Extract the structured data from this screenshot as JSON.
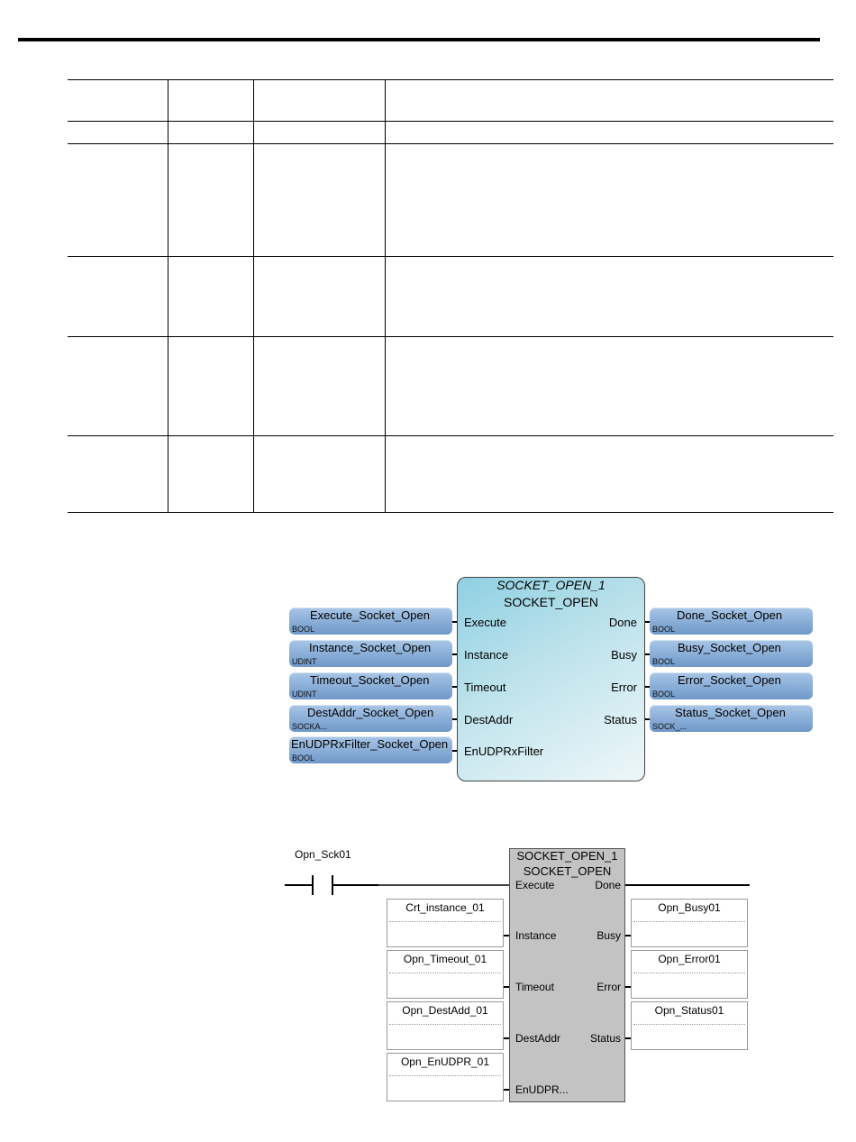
{
  "fbd": {
    "instance_name": "SOCKET_OPEN_1",
    "block_type": "SOCKET_OPEN",
    "inputs": [
      {
        "var": "Execute_Socket_Open",
        "type": "BOOL",
        "pin": "Execute"
      },
      {
        "var": "Instance_Socket_Open",
        "type": "UDINT",
        "pin": "Instance"
      },
      {
        "var": "Timeout_Socket_Open",
        "type": "UDINT",
        "pin": "Timeout"
      },
      {
        "var": "DestAddr_Socket_Open",
        "type": "SOCKA...",
        "pin": "DestAddr"
      },
      {
        "var": "EnUDPRxFilter_Socket_Open",
        "type": "BOOL",
        "pin": "EnUDPRxFilter"
      }
    ],
    "outputs": [
      {
        "pin": "Done",
        "var": "Done_Socket_Open",
        "type": "BOOL"
      },
      {
        "pin": "Busy",
        "var": "Busy_Socket_Open",
        "type": "BOOL"
      },
      {
        "pin": "Error",
        "var": "Error_Socket_Open",
        "type": "BOOL"
      },
      {
        "pin": "Status",
        "var": "Status_Socket_Open",
        "type": "SOCK_..."
      }
    ]
  },
  "ladder": {
    "contact_name": "Opn_Sck01",
    "instance_name": "SOCKET_OPEN_1",
    "block_type": "SOCKET_OPEN",
    "inputs": [
      {
        "pin": "Execute",
        "var": ""
      },
      {
        "pin": "Instance",
        "var": "Crt_instance_01"
      },
      {
        "pin": "Timeout",
        "var": "Opn_Timeout_01"
      },
      {
        "pin": "DestAddr",
        "var": "Opn_DestAdd_01"
      },
      {
        "pin": "EnUDPR...",
        "var": "Opn_EnUDPR_01"
      }
    ],
    "outputs": [
      {
        "pin": "Done",
        "var": ""
      },
      {
        "pin": "Busy",
        "var": "Opn_Busy01"
      },
      {
        "pin": "Error",
        "var": "Opn_Error01"
      },
      {
        "pin": "Status",
        "var": "Opn_Status01"
      }
    ]
  }
}
